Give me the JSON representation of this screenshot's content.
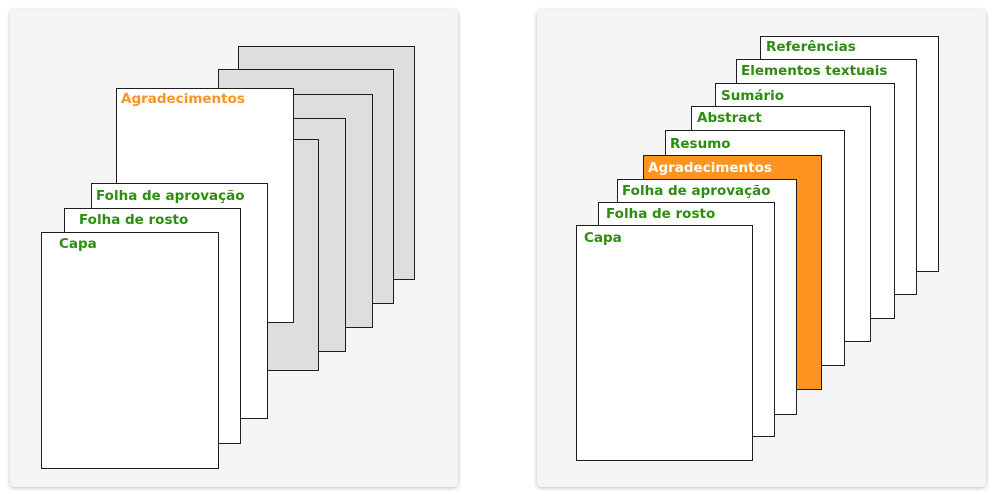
{
  "colors": {
    "panel_bg": "#f5f5f5",
    "sheet_bg": "#ffffff",
    "inactive_sheet_bg": "#dedede",
    "highlight": "#ff9420",
    "label_green": "#2e8c10",
    "border": "#1e1e1e"
  },
  "left_panel": {
    "highlighted": "Agradecimentos",
    "labels": {
      "agradecimentos": "Agradecimentos",
      "folha_aprovacao": "Folha de aprovação",
      "folha_rosto": "Folha de rosto",
      "capa": "Capa"
    }
  },
  "right_panel": {
    "highlighted": "Agradecimentos",
    "labels": {
      "referencias": "Referências",
      "elementos_textuais": "Elementos textuais",
      "sumario": "Sumário",
      "abstract": "Abstract",
      "resumo": "Resumo",
      "agradecimentos": "Agradecimentos",
      "folha_aprovacao": "Folha de aprovação",
      "folha_rosto": "Folha de rosto",
      "capa": "Capa"
    }
  }
}
